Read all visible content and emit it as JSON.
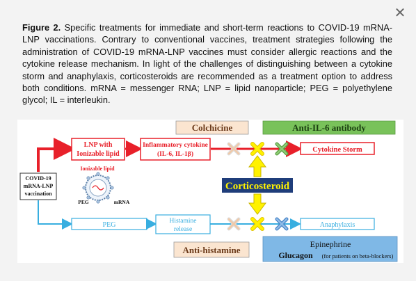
{
  "dialog": {
    "close_symbol": "✕"
  },
  "caption": {
    "label": "Figure 2.",
    "text": " Specific treatments for immediate and short-term reactions to COVID-19 mRNA-LNP vaccinations. Contrary to conventional vaccines, treatment strategies following the administration of COVID-19 mRNA-LNP vaccines must consider allergic reactions and the cytokine release mechanism. In light of the challenges of distinguishing between a cytokine storm and anaphylaxis, corticosteroids are recommended as a treatment option to address both conditions. mRNA = messenger RNA; LNP = lipid nanoparticle; PEG = polyethylene glycol; IL = interleukin."
  },
  "figure": {
    "colchicine": "Colchicine",
    "anti_il6": "Anti-IL-6 antibody",
    "lnp_line1": "LNP    with",
    "lnp_line2": "Ionizable lipid",
    "inflam_line1": "Inflammatory cytokine",
    "inflam_line2": "(IL-6, IL-1β)",
    "cytokine_storm": "Cytokine Storm",
    "ionizable_lipid": "Ionizable lipid",
    "peg_label": "PEG",
    "mrna_label": "mRNA",
    "vaccine_line1": "COVID-19",
    "vaccine_line2": "mRNA-LNP",
    "vaccine_line3": "vaccination",
    "corticosteroid": "Corticosteroid",
    "peg_box": "PEG",
    "histamine_line1": "Histamine",
    "histamine_line2": "release",
    "anaphylaxis": "Anaphylaxis",
    "anti_histamine": "Anti-histamine",
    "epinephrine": "Epinephrine",
    "glucagon": "Glucagon",
    "glucagon_note": "(for patients on beta-blockers)"
  },
  "colors": {
    "red": "#e8202a",
    "cyan": "#38aee0",
    "yellow": "#fff200",
    "green_box": "#79c25a",
    "beige_box": "#fbe5d0",
    "blue_box": "#7fb8e6",
    "dark_blue": "#1f3d7a"
  }
}
